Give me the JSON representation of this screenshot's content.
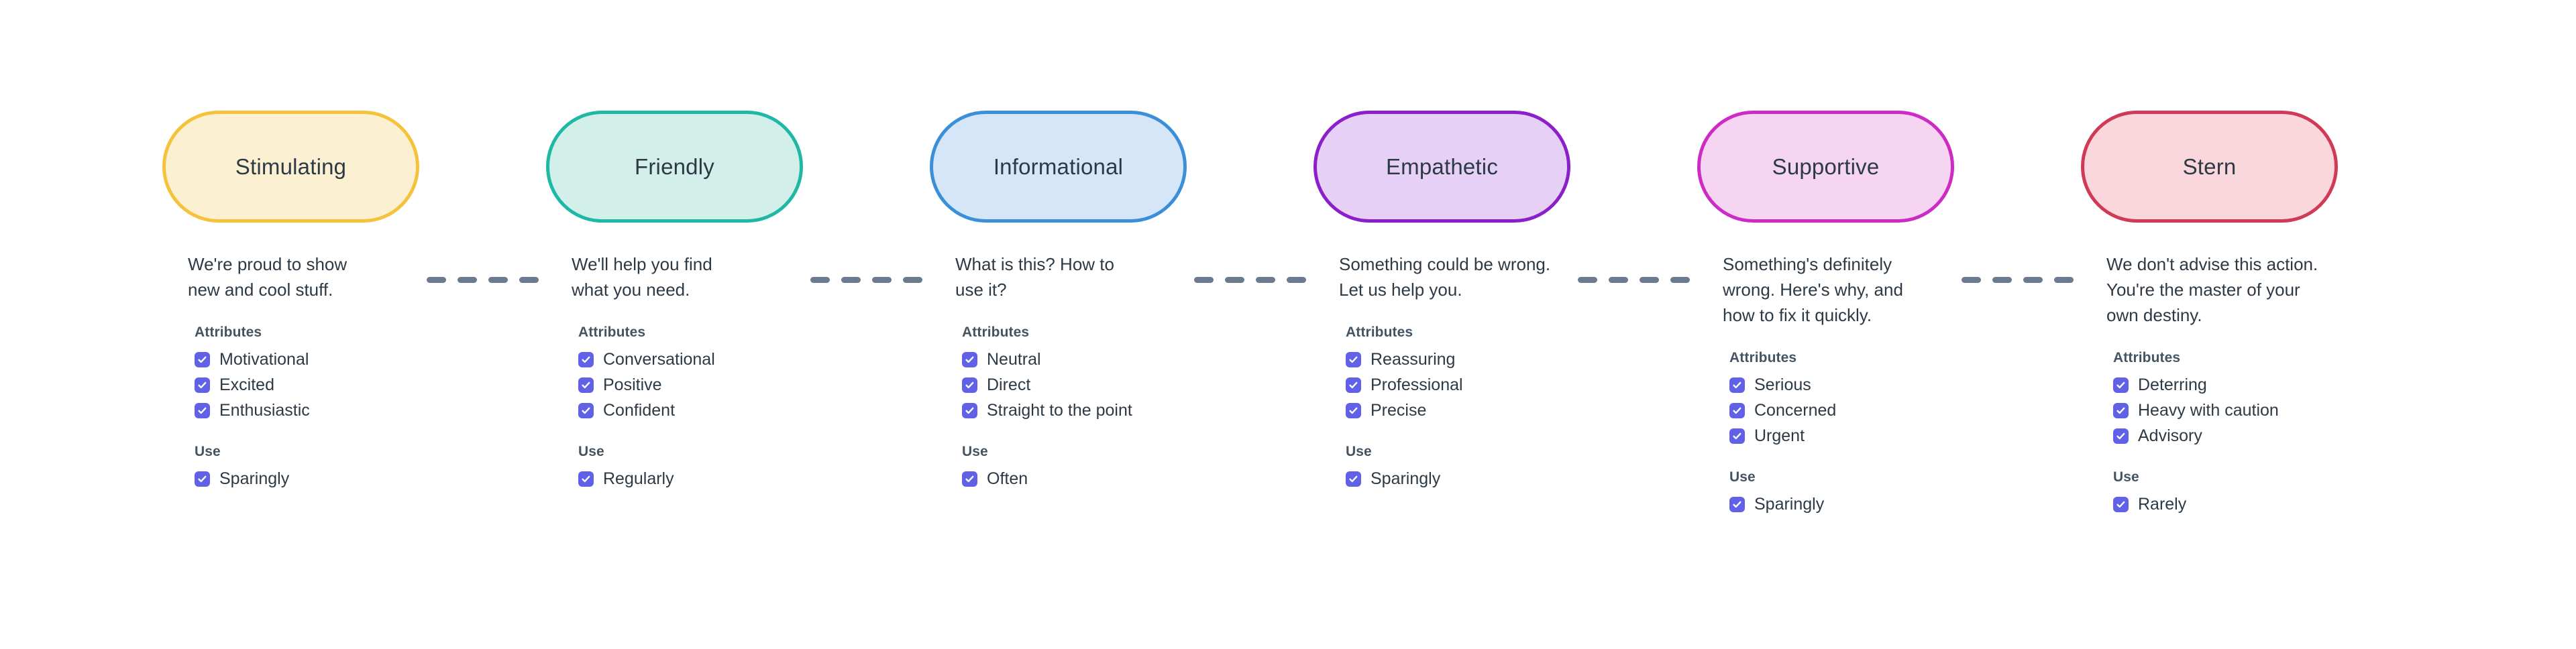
{
  "palette": {
    "page_background": "#FFFFFF",
    "text": "#2D3A45",
    "label": "#455462",
    "checkbox": "#6161E8",
    "connector": "#6B7A8F"
  },
  "labels": {
    "attributes_heading": "Attributes",
    "use_heading": "Use"
  },
  "connector": {
    "icon": "dashed-line",
    "dash_count": 4
  },
  "columns": [
    {
      "name": "Stimulating",
      "border_color": "#F5C23C",
      "fill_color": "#FCF0D2",
      "description": "We're proud to show\nnew and cool stuff.",
      "attributes": [
        "Motivational",
        "Excited",
        "Enthusiastic"
      ],
      "use": [
        "Sparingly"
      ]
    },
    {
      "name": "Friendly",
      "border_color": "#1FB8A6",
      "fill_color": "#D2EFEA",
      "description": "We'll help you find\nwhat you need.",
      "attributes": [
        "Conversational",
        "Positive",
        "Confident"
      ],
      "use": [
        "Regularly"
      ]
    },
    {
      "name": "Informational",
      "border_color": "#3B8FD9",
      "fill_color": "#D4E6F8",
      "description": "What is this? How to\nuse it?",
      "attributes": [
        "Neutral",
        "Direct",
        "Straight to the point"
      ],
      "use": [
        "Often"
      ]
    },
    {
      "name": "Empathetic",
      "border_color": "#8B1FC9",
      "fill_color": "#E6D0F5",
      "description": "Something could be wrong.\nLet us help you.",
      "attributes": [
        "Reassuring",
        "Professional",
        "Precise"
      ],
      "use": [
        "Sparingly"
      ]
    },
    {
      "name": "Supportive",
      "border_color": "#CC2BC4",
      "fill_color": "#F5D5F2",
      "description": "Something's definitely\nwrong. Here's why, and\nhow to fix it quickly.",
      "attributes": [
        "Serious",
        "Concerned",
        "Urgent"
      ],
      "use": [
        "Sparingly"
      ]
    },
    {
      "name": "Stern",
      "border_color": "#D13A56",
      "fill_color": "#F9D7DC",
      "description": "We don't advise this action.\nYou're the master of your\nown destiny.",
      "attributes": [
        "Deterring",
        "Heavy with caution",
        "Advisory"
      ],
      "use": [
        "Rarely"
      ]
    }
  ]
}
